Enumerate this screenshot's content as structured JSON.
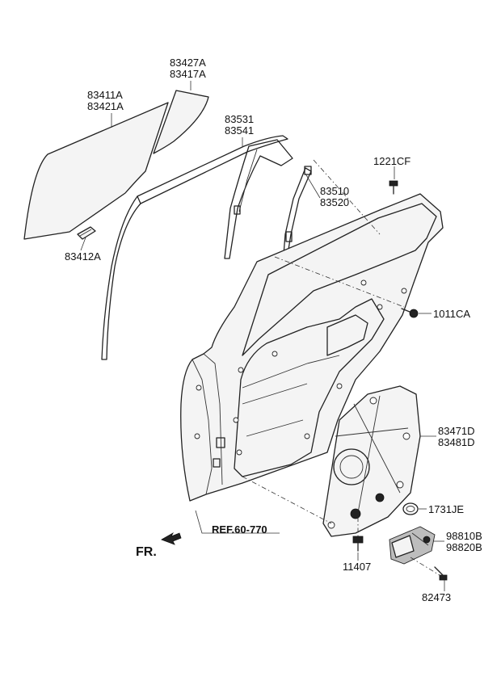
{
  "labels": {
    "glass_top_1": "83427A",
    "glass_top_2": "83417A",
    "glass_1": "83411A",
    "glass_2": "83421A",
    "channel_1": "83531",
    "channel_2": "83541",
    "bolt_top": "1221CF",
    "run_1": "83510",
    "run_2": "83520",
    "clip": "83412A",
    "bolt_side": "1011CA",
    "regulator_1": "83471D",
    "regulator_2": "83481D",
    "grommet": "1731JE",
    "motor_1": "98810B",
    "motor_2": "98820B",
    "bolt_bottom": "11407",
    "screw": "82473",
    "ref": "REF.60-770",
    "front": "FR."
  }
}
